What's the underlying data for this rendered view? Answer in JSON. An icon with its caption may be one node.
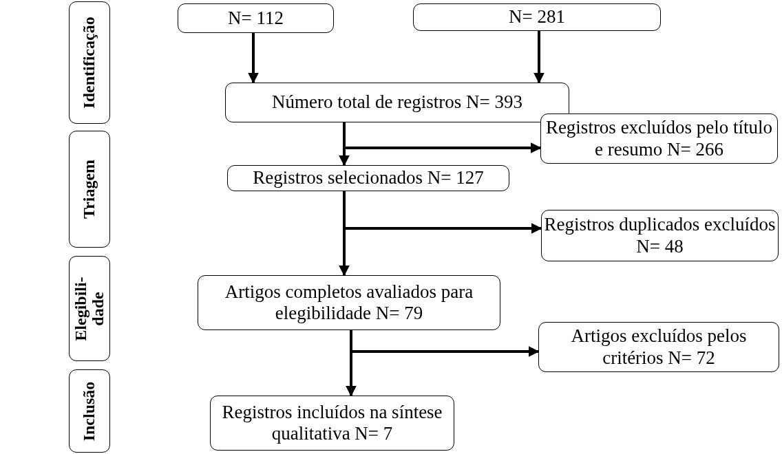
{
  "diagram": {
    "nodes": [
      {
        "text": [
          "Identificação"
        ]
      },
      {
        "text": [
          "Triagem"
        ]
      },
      {
        "text": [
          "Elegibili- dade"
        ]
      },
      {
        "text": [
          "Inclusão"
        ]
      },
      {
        "text": [
          "N= 112"
        ]
      },
      {
        "text": [
          "N= 281"
        ]
      },
      {
        "text": [
          "Número total de registros N= 393"
        ]
      },
      {
        "text": [
          "Registros excluídos pelo título e resumo N= 266"
        ]
      },
      {
        "text": [
          "Registros selecionados N= 127"
        ]
      },
      {
        "text": [
          "Registros duplicados excluídos N= 48"
        ]
      },
      {
        "text": [
          "Artigos completos avaliados para elegibilidade N= 79"
        ]
      },
      {
        "text": [
          "Artigos excluídos pelos critérios N= 72"
        ]
      },
      {
        "text": [
          "Registros incluídos na síntese qualitativa N= 7"
        ]
      }
    ],
    "edges": [
      {
        "from": 4,
        "to": 6,
        "arrow": "to"
      },
      {
        "from": 5,
        "to": 6,
        "arrow": "to"
      },
      {
        "from": 6,
        "to": 7,
        "arrow": "to"
      },
      {
        "from": 6,
        "to": 8,
        "arrow": "to"
      },
      {
        "from": 8,
        "to": 9,
        "arrow": "to"
      },
      {
        "from": 8,
        "to": 10,
        "arrow": "to"
      },
      {
        "from": 10,
        "to": 11,
        "arrow": "to"
      },
      {
        "from": 10,
        "to": 12,
        "arrow": "to"
      }
    ]
  }
}
